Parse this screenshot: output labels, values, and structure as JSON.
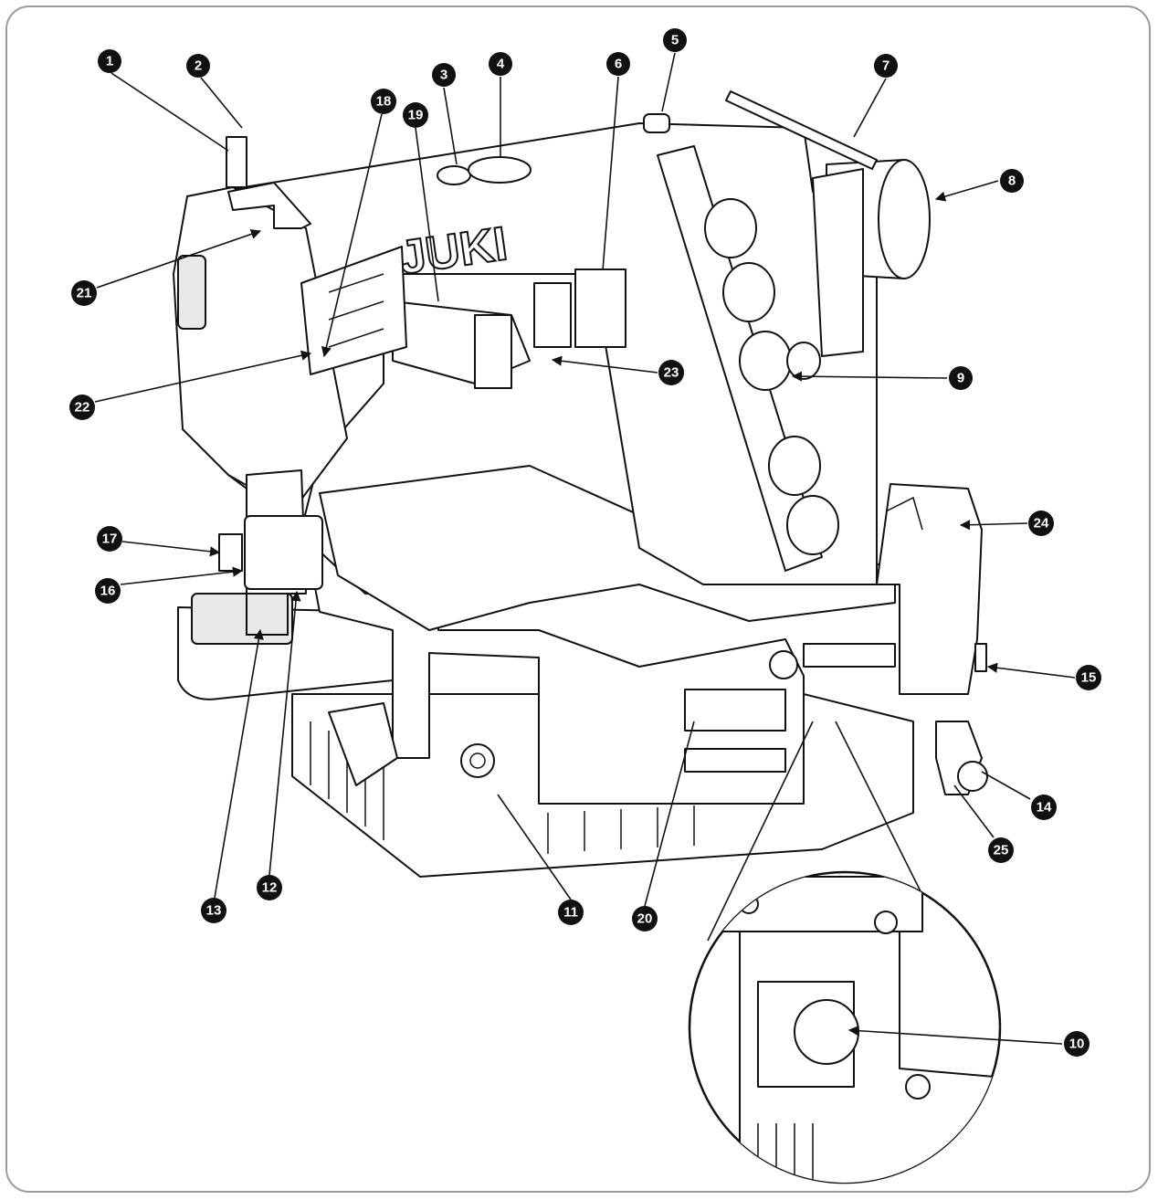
{
  "figure": {
    "brand_logo": "JUKI",
    "callouts": [
      "1",
      "2",
      "3",
      "4",
      "5",
      "6",
      "7",
      "8",
      "9",
      "10",
      "11",
      "12",
      "13",
      "14",
      "15",
      "16",
      "17",
      "18",
      "19",
      "20",
      "21",
      "22",
      "23",
      "24",
      "25"
    ]
  },
  "colors": {
    "ink": "#111111",
    "frame": "#9a9a9a",
    "paper": "#ffffff"
  }
}
